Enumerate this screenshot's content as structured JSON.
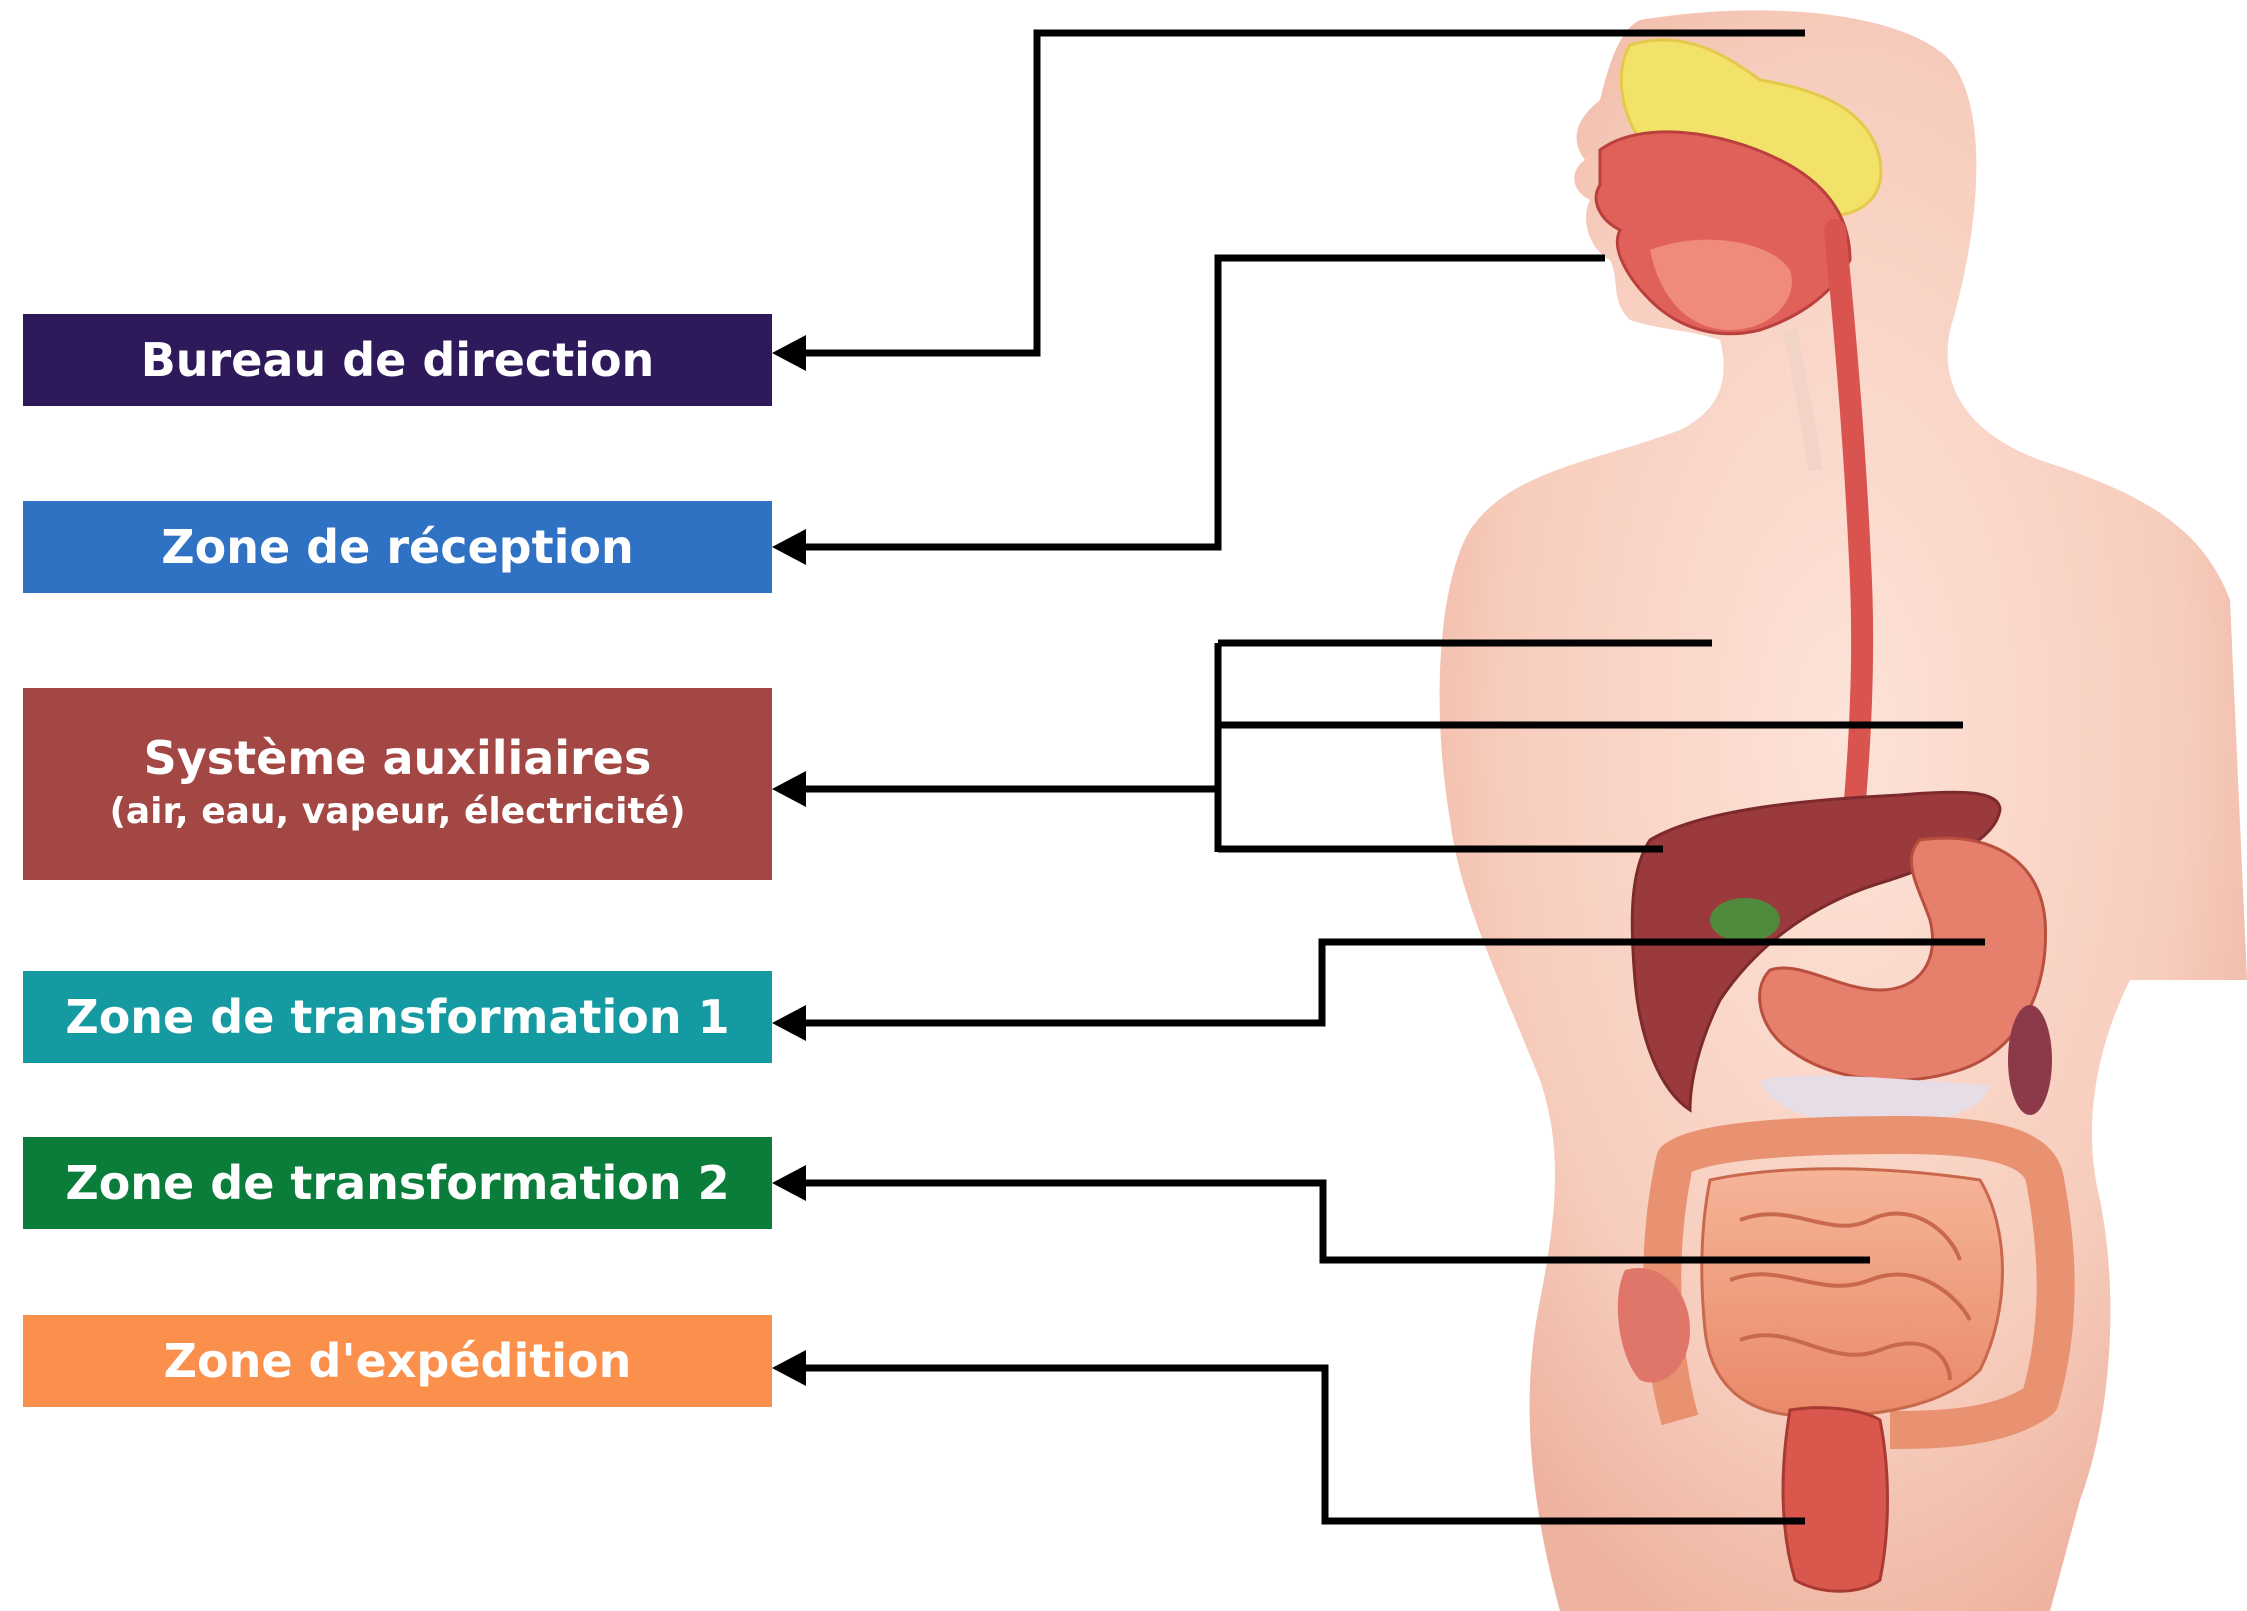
{
  "labels": [
    {
      "id": "direction",
      "text": "Bureau de direction",
      "color": "#2e1a5a"
    },
    {
      "id": "reception",
      "text": "Zone de réception",
      "color": "#2f72c4"
    },
    {
      "id": "aux",
      "text": "Système auxiliaires",
      "subtext": "(air, eau, vapeur, électricité)",
      "color": "#a34745"
    },
    {
      "id": "t1",
      "text": "Zone de transformation 1",
      "color": "#149aa0"
    },
    {
      "id": "t2",
      "text": "Zone de transformation 2",
      "color": "#0b7d3a"
    },
    {
      "id": "exp",
      "text": "Zone d'expédition",
      "color": "#fb904d"
    }
  ],
  "colors": {
    "line": "#000000",
    "skin": "#f6cbbb",
    "skin_shadow": "#eaa894",
    "organ_red": "#d9534f",
    "liver": "#9b3a3d",
    "intestine": "#f0a07c",
    "sinus": "#f3e26a"
  }
}
